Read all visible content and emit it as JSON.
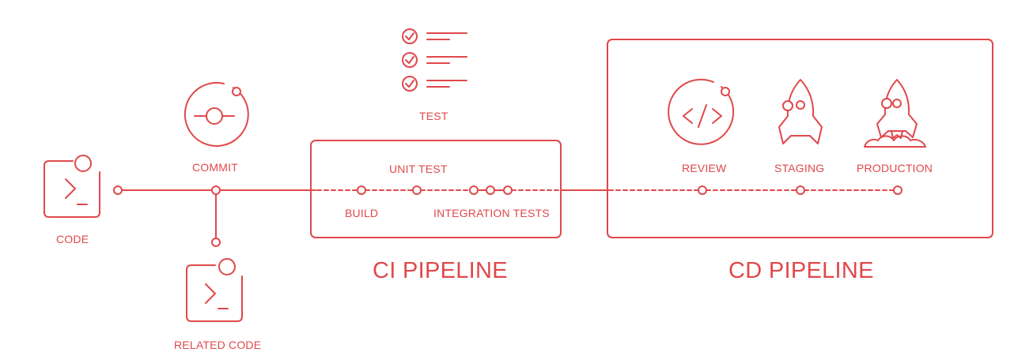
{
  "colors": {
    "accent": "#e0484b",
    "background": "#ffffff"
  },
  "labels": {
    "code": "CODE",
    "commit": "COMMIT",
    "related_code": "RELATED CODE",
    "test": "TEST",
    "unit_test": "UNIT TEST",
    "build": "BUILD",
    "integration_tests": "INTEGRATION TESTS",
    "ci_pipeline": "CI PIPELINE",
    "review": "REVIEW",
    "staging": "STAGING",
    "production": "PRODUCTION",
    "cd_pipeline": "CD PIPELINE"
  },
  "icons": [
    "terminal-icon",
    "commit-icon",
    "checklist-icon",
    "code-review-icon",
    "rocket-icon",
    "rocket-launch-icon"
  ]
}
